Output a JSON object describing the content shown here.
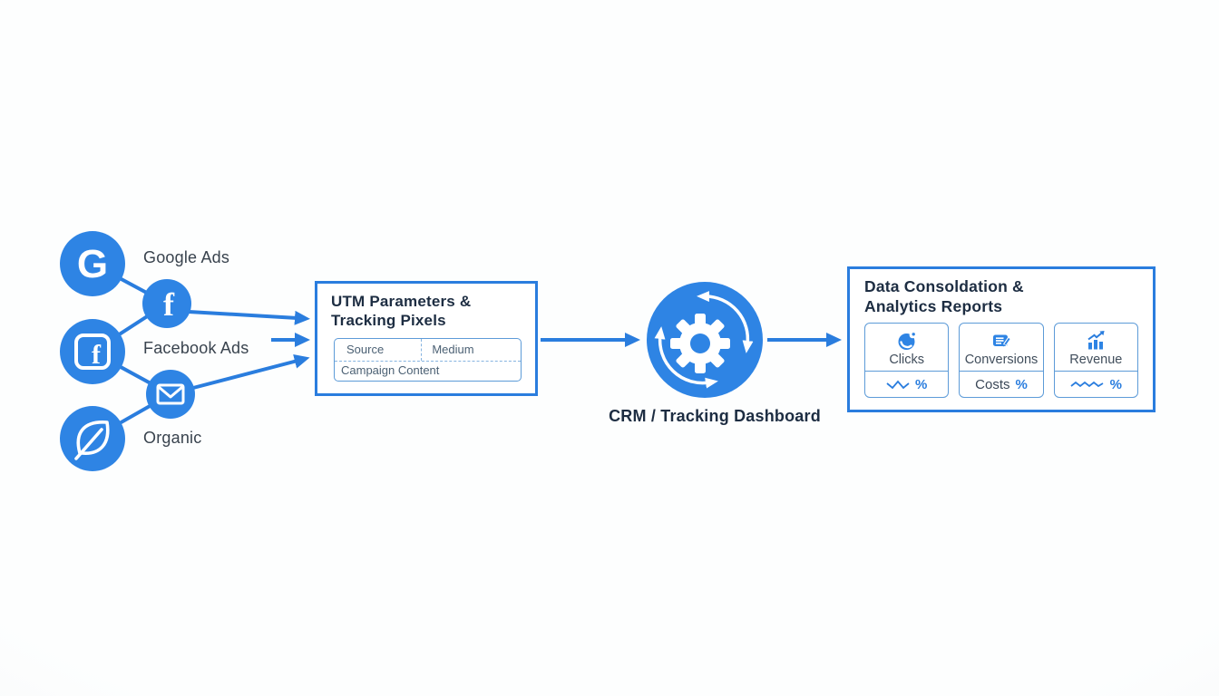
{
  "colors": {
    "accent": "#2a7dde",
    "icon_fill": "#2e84e4",
    "title_text": "#1d2d42",
    "label_text": "#39434e",
    "table_text": "#4c6174",
    "light_border": "#5d9bd8"
  },
  "sources": [
    {
      "label": "Google Ads",
      "icon": "google-icon",
      "glyph": "G"
    },
    {
      "label": "Facebook Ads",
      "icon": "facebook-icon",
      "glyph": "f"
    },
    {
      "label": "Organic",
      "icon": "leaf-icon"
    }
  ],
  "relays": {
    "facebook_small_glyph": "f"
  },
  "utm_box": {
    "title_line1": "UTM Parameters &",
    "title_line2": "Tracking Pixels",
    "table": {
      "col1": "Source",
      "col2": "Medium",
      "row2": "Campaign Content"
    }
  },
  "crm": {
    "label": "CRM / Tracking Dashboard"
  },
  "reports_box": {
    "title_line1": "Data Consoldation &",
    "title_line2": "Analytics Reports",
    "cards": [
      {
        "label": "Clicks",
        "icon": "click-icon",
        "bottom_prefix": "",
        "percent": "%"
      },
      {
        "label": "Conversions",
        "icon": "conversions-icon",
        "bottom_prefix": "Costs",
        "percent": "%"
      },
      {
        "label": "Revenue",
        "icon": "revenue-icon",
        "bottom_prefix": "",
        "percent": "%"
      }
    ]
  }
}
